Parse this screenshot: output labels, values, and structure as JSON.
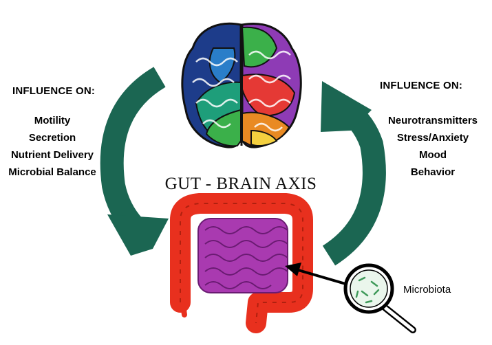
{
  "title": "GUT - BRAIN AXIS",
  "left_panel": {
    "heading": "INFLUENCE ON:",
    "items": [
      "Motility",
      "Secretion",
      "Nutrient Delivery",
      "Microbial Balance"
    ]
  },
  "right_panel": {
    "heading": "INFLUENCE ON:",
    "items": [
      "Neurotransmitters",
      "Stress/Anxiety",
      "Mood",
      "Behavior"
    ]
  },
  "microbiota_label": "Microbiota",
  "colors": {
    "arrow": "#1b6652",
    "intestine_outer": "#e8301e",
    "intestine_inner": "#a93ab0",
    "brain_left": [
      "#1d3c8a",
      "#2a7ec9",
      "#1e9e7a",
      "#3bb04a",
      "#f1c232"
    ],
    "brain_right": [
      "#8e3bb5",
      "#d4338f",
      "#e53935",
      "#e98a23",
      "#f4d03f"
    ]
  },
  "icons": [
    "brain-icon",
    "intestine-icon",
    "magnifier-icon",
    "cycle-arrow-icon"
  ]
}
